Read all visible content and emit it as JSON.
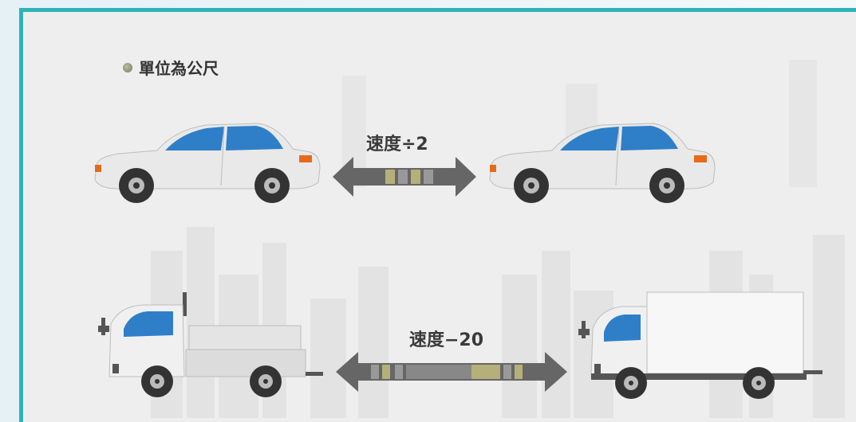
{
  "note": {
    "text": "單位為公尺",
    "icon": "bullet-dot-icon"
  },
  "rows": [
    {
      "label": "速度÷2",
      "left_vehicle": "sedan-car-icon",
      "right_vehicle": "sedan-car-icon"
    },
    {
      "label": "速度−20",
      "left_vehicle": "pickup-truck-icon",
      "right_vehicle": "box-truck-icon"
    }
  ],
  "colors": {
    "frame": "#2fb3b6",
    "arrow": "#666666",
    "window": "#2f7fc8",
    "stripe_green": "#b5b07a"
  }
}
